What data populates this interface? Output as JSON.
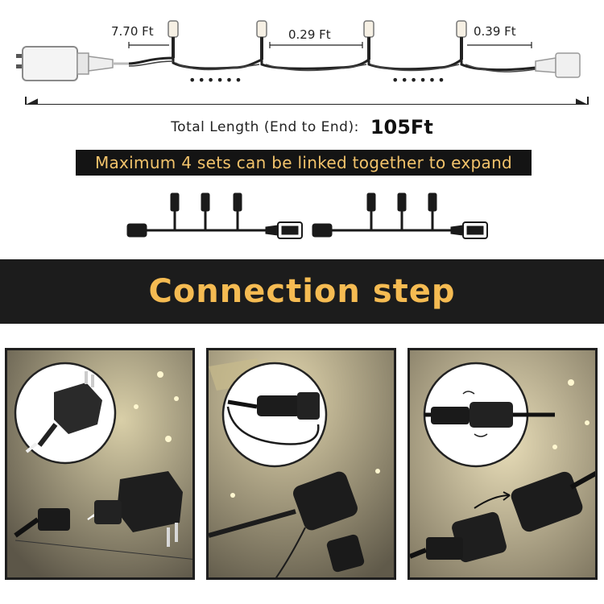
{
  "diagram": {
    "dims": [
      "7.70 Ft",
      "0.29 Ft",
      "0.39 Ft"
    ],
    "dots_left": "••••••",
    "dots_right": "••••••"
  },
  "total": {
    "label": "Total Length (End to End):",
    "value": "105Ft"
  },
  "banner": {
    "text": "Maximum 4 sets can be linked together to expand"
  },
  "section": {
    "title": "Connection step"
  },
  "panels": [
    {
      "name": "plug-adapter-step",
      "icon": "adapter-plug-icon"
    },
    {
      "name": "unscrew-cap-step",
      "icon": "connector-cap-icon"
    },
    {
      "name": "connect-sets-step",
      "icon": "connector-link-icon"
    }
  ],
  "colors": {
    "banner_text": "#f2c36b",
    "title_text": "#f5bb52",
    "dark_bg": "#1c1c1c"
  }
}
